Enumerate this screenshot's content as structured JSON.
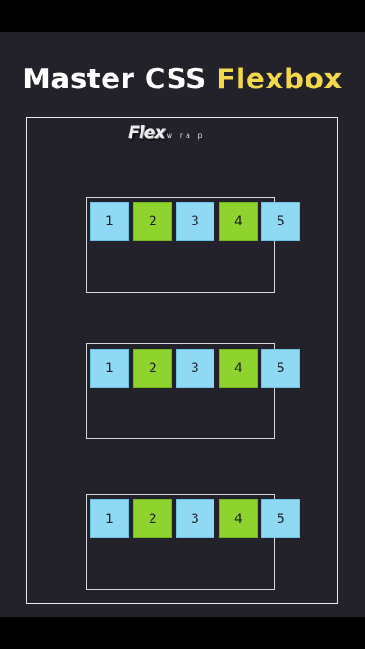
{
  "title": {
    "prefix": "Master CSS",
    "accent": "Flexbox"
  },
  "caption": {
    "big": "Flex",
    "small": "w ra p"
  },
  "colors": {
    "blue_item": "#8fd9f5",
    "green_item": "#8fd42e",
    "accent": "#f2d94b",
    "background": "#23222b"
  },
  "rows": [
    {
      "items": [
        {
          "label": "1",
          "color": "blue"
        },
        {
          "label": "2",
          "color": "green"
        },
        {
          "label": "3",
          "color": "blue"
        },
        {
          "label": "4",
          "color": "green"
        },
        {
          "label": "5",
          "color": "blue"
        }
      ]
    },
    {
      "items": [
        {
          "label": "1",
          "color": "blue"
        },
        {
          "label": "2",
          "color": "green"
        },
        {
          "label": "3",
          "color": "blue"
        },
        {
          "label": "4",
          "color": "green"
        },
        {
          "label": "5",
          "color": "blue"
        }
      ]
    },
    {
      "items": [
        {
          "label": "1",
          "color": "blue"
        },
        {
          "label": "2",
          "color": "green"
        },
        {
          "label": "3",
          "color": "blue"
        },
        {
          "label": "4",
          "color": "green"
        },
        {
          "label": "5",
          "color": "blue"
        }
      ]
    }
  ]
}
